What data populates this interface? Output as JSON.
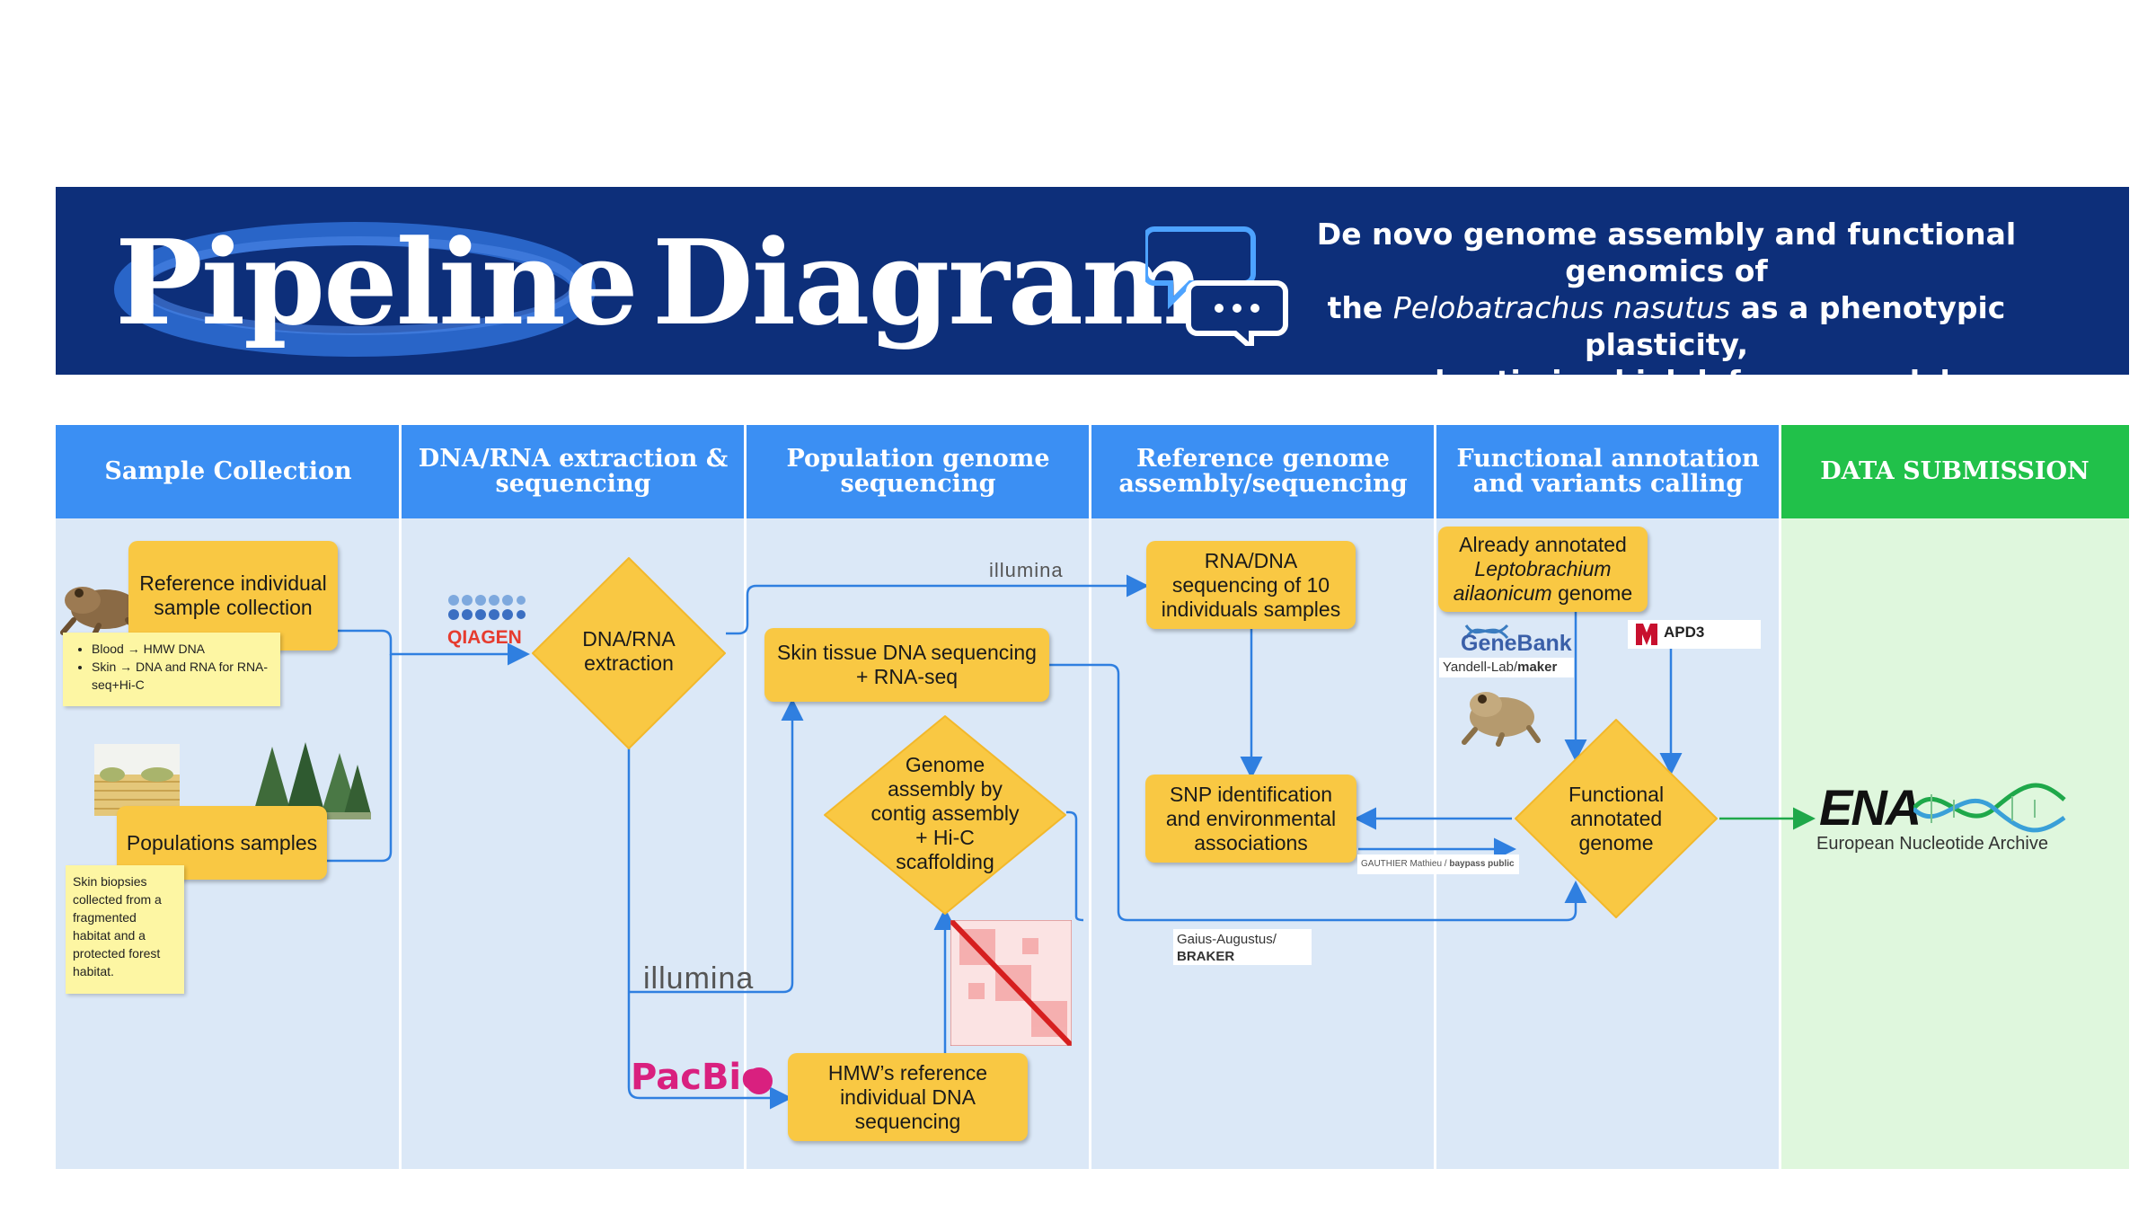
{
  "banner": {
    "title_word1": "Pipeline",
    "title_word2": "Diagram",
    "subtitle_line1": "De novo genome assembly and functional genomics of",
    "subtitle_the": "the",
    "subtitle_species": "Pelobatrachus nasutus",
    "subtitle_line2_end": "as a phenotypic plasticity,",
    "subtitle_line3": "and antimicrobial defenses model"
  },
  "columns": [
    {
      "title": "Sample Collection"
    },
    {
      "title": "DNA/RNA extraction & sequencing"
    },
    {
      "title": "Population genome sequencing"
    },
    {
      "title": "Reference genome assembly/sequencing"
    },
    {
      "title": "Functional annotation and variants calling"
    },
    {
      "title": "DATA SUBMISSION"
    }
  ],
  "nodes": {
    "reference_individual": "Reference individual sample collection",
    "populations_samples": "Populations samples",
    "dna_rna_extraction": "DNA/RNA extraction",
    "skin_tissue_sequencing": "Skin tissue DNA sequencing + RNA-seq",
    "genome_assembly": "Genome assembly by contig assembly + Hi-C scaffolding",
    "hmw_sequencing": "HMW’s reference individual DNA sequencing",
    "rna_dna_10": "RNA/DNA sequencing of 10 individuals samples",
    "snp_identification": "SNP identification and environmental associations",
    "already_annotated_1": "Already annotated",
    "already_annotated_species": "Leptobrachium ailaonicum",
    "already_annotated_2": "genome",
    "functional_annotated": "Functional annotated genome"
  },
  "notes": {
    "reference_bullets": [
      "Blood → HMW DNA",
      "Skin → DNA and RNA for RNA-seq+Hi-C"
    ],
    "population_note": "Skin biopsies collected from a fragmented habitat and a protected forest habitat."
  },
  "logos": {
    "qiagen": "QIAGEN",
    "illumina_top": "illumina",
    "illumina_bottom": "illumina",
    "pacbio": "PacBio",
    "genebank": "GeneBank",
    "yandell_prefix": "Yandell-Lab/",
    "yandell_repo": "maker",
    "apd3": "APD3",
    "gauthier_prefix": "GAUTHIER Mathieu",
    "gauthier_repo": "baypass public",
    "braker_prefix": "Gaius-Augustus/",
    "braker_repo": "BRAKER",
    "ena": "ENA",
    "ena_sub": "European Nucleotide Archive"
  },
  "colors": {
    "banner": "#0d2f7a",
    "header_blue": "#3b8ff3",
    "header_green": "#21c14a",
    "column_bg": "#dbe8f7",
    "submission_bg": "#dff7dd",
    "box_yellow": "#f9c843",
    "arrow_blue": "#2f7fe0",
    "arrow_green": "#1fa84a"
  },
  "icons": [
    "chat-bubbles-icon",
    "frog-icon",
    "field-icon",
    "forest-icon",
    "hic-heatmap-icon",
    "dna-helix-icon",
    "apd3-shield-icon",
    "qiagen-dots-icon"
  ]
}
